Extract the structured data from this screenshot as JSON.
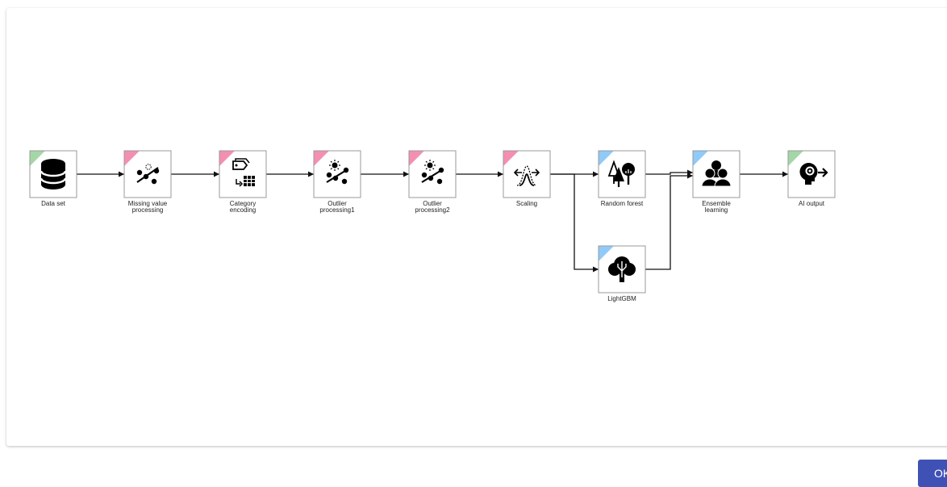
{
  "colors": {
    "tag_input": "#a5d6a7",
    "tag_preprocess": "#f48fb1",
    "tag_model": "#90caf9",
    "ok_button": "#3f51b5"
  },
  "nodes": [
    {
      "id": "dataset",
      "label": [
        "Data set"
      ],
      "tag": "tag_input",
      "icon": "database-icon"
    },
    {
      "id": "missing",
      "label": [
        "Missing value",
        "processing"
      ],
      "tag": "tag_preprocess",
      "icon": "missing-value-icon"
    },
    {
      "id": "category",
      "label": [
        "Category",
        "encoding"
      ],
      "tag": "tag_preprocess",
      "icon": "category-encoding-icon"
    },
    {
      "id": "outlier1",
      "label": [
        "Outlier",
        "processing1"
      ],
      "tag": "tag_preprocess",
      "icon": "outlier-icon"
    },
    {
      "id": "outlier2",
      "label": [
        "Outlier",
        "processing2"
      ],
      "tag": "tag_preprocess",
      "icon": "outlier-icon"
    },
    {
      "id": "scaling",
      "label": [
        "Scaling"
      ],
      "tag": "tag_preprocess",
      "icon": "scaling-icon"
    },
    {
      "id": "rf",
      "label": [
        "Random forest"
      ],
      "tag": "tag_model",
      "icon": "random-forest-icon"
    },
    {
      "id": "lgbm",
      "label": [
        "LightGBM"
      ],
      "tag": "tag_model",
      "icon": "lightgbm-icon"
    },
    {
      "id": "ensemble",
      "label": [
        "Ensemble",
        "learning"
      ],
      "tag": "tag_model",
      "icon": "ensemble-icon"
    },
    {
      "id": "aiout",
      "label": [
        "AI output"
      ],
      "tag": "tag_input",
      "icon": "ai-output-icon"
    }
  ],
  "edges": [
    [
      "dataset",
      "missing"
    ],
    [
      "missing",
      "category"
    ],
    [
      "category",
      "outlier1"
    ],
    [
      "outlier1",
      "outlier2"
    ],
    [
      "outlier2",
      "scaling"
    ],
    [
      "scaling",
      "rf"
    ],
    [
      "scaling",
      "lgbm"
    ],
    [
      "rf",
      "ensemble"
    ],
    [
      "lgbm",
      "ensemble"
    ],
    [
      "ensemble",
      "aiout"
    ]
  ],
  "footer": {
    "ok_label": "OK"
  }
}
